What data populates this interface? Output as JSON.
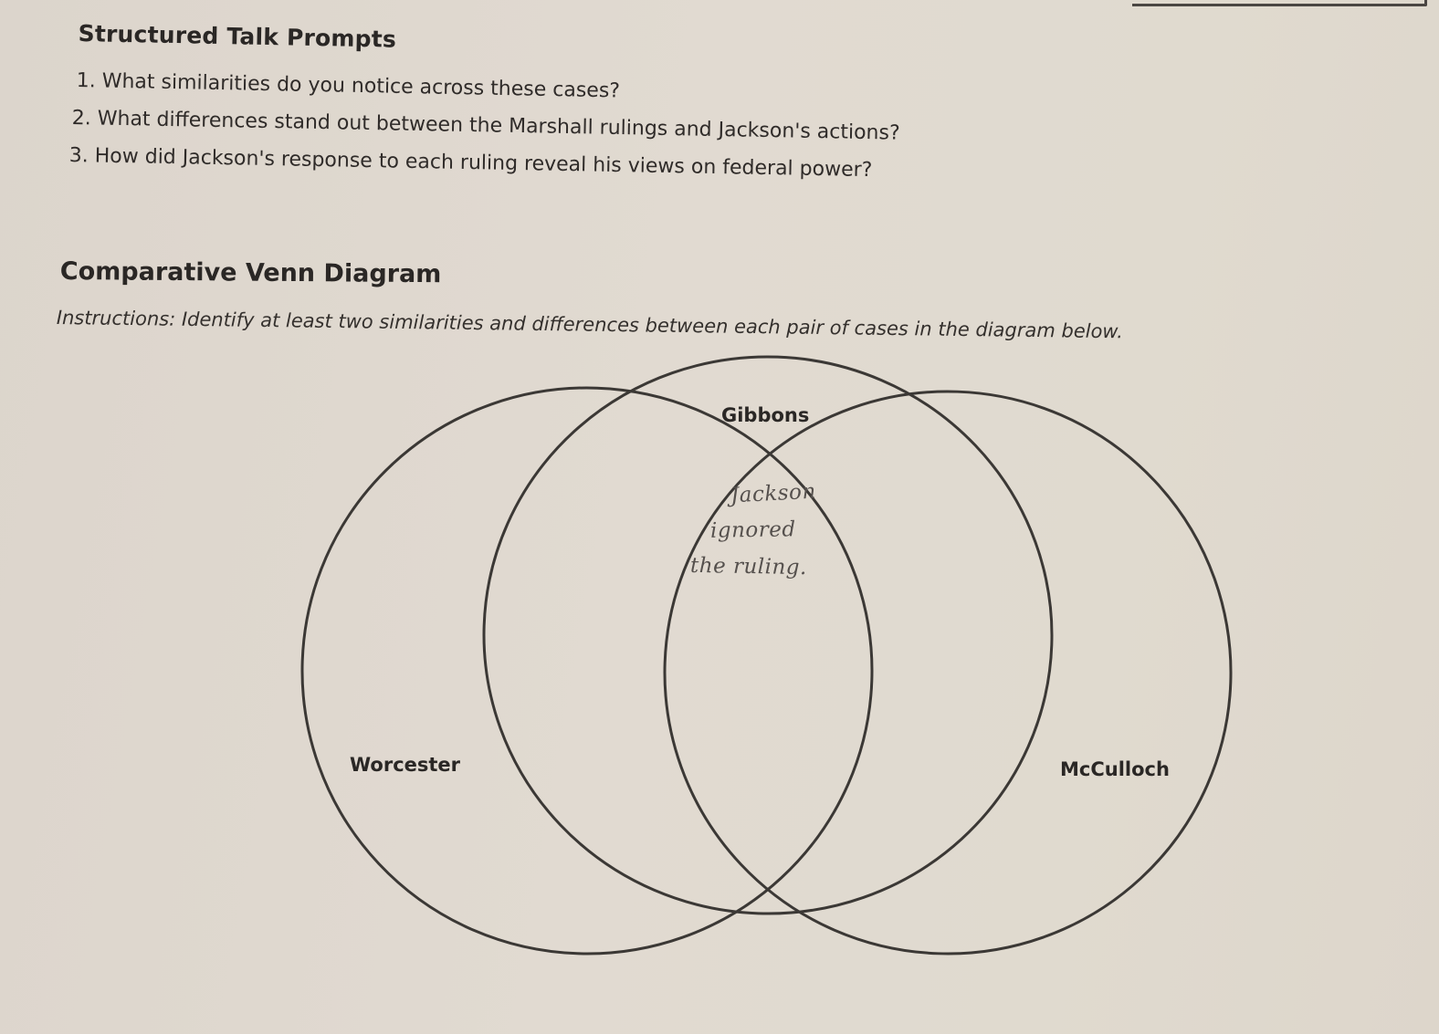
{
  "structured_talk": {
    "heading": "Structured Talk Prompts",
    "prompts": [
      "1. What similarities do you notice across these cases?",
      "2. What differences stand out between the Marshall rulings and Jackson's actions?",
      "3. How did Jackson's response to each ruling reveal his views on federal power?"
    ]
  },
  "venn": {
    "heading": "Comparative Venn Diagram",
    "instructions": "Instructions: Identify at least two similarities and differences between each pair of cases in the diagram below.",
    "circles": [
      {
        "label": "Gibbons",
        "position": "top"
      },
      {
        "label": "Worcester",
        "position": "left"
      },
      {
        "label": "McCulloch",
        "position": "right"
      }
    ],
    "handwritten_answer": {
      "region": "Gibbons ∩ Worcester ∩ McCulloch (center overlap)",
      "lines": [
        "Jackson",
        "ignored",
        "the ruling."
      ]
    },
    "line_color": "#3b3835"
  }
}
